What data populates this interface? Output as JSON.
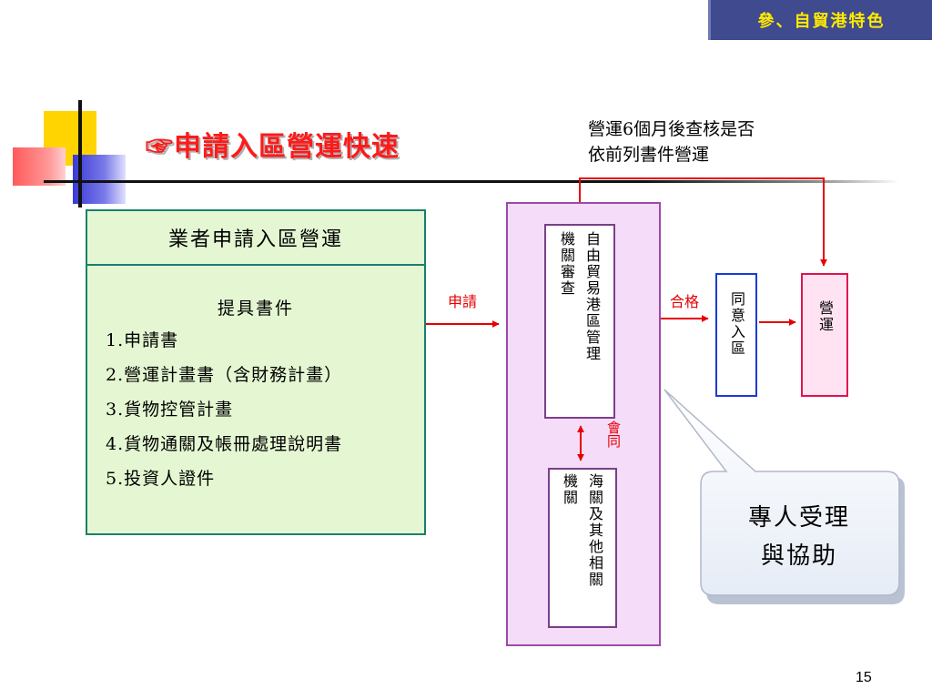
{
  "header": {
    "section_tag": "參、自貿港特色"
  },
  "title": {
    "text": "☞申請入區營運快速"
  },
  "applicant": {
    "header": "業者申請入區營運",
    "docs_heading": "提具書件",
    "docs": [
      "1.申請書",
      "2.營運計畫書（含財務計畫）",
      "3.貨物控管計畫",
      "4.貨物通關及帳冊處理說明書",
      "5.投資人證件"
    ]
  },
  "flow": {
    "apply_label": "申請",
    "pass_label": "合格",
    "joint_label": "會同",
    "ftz_authority": {
      "col1": "自由貿易港區管理",
      "col2": "機關審查"
    },
    "customs": {
      "col1": "海關及其他相關",
      "col2": "機關"
    },
    "approve": "同意入區",
    "operate": "營運"
  },
  "note": {
    "line1": "營運6個月後查核是否",
    "line2": "依前列書件營運"
  },
  "callout": {
    "line1": "專人受理",
    "line2": "與協助"
  },
  "footer": {
    "page_number": "15"
  },
  "colors": {
    "section_bg": "#3f4a8f",
    "section_text": "#ffea00",
    "title": "#ff1a1a",
    "applicant_bg": "#e4f7d2",
    "review_bg": "#f5dcf8",
    "arrow": "#e60000",
    "approve_border": "#1a3bd6",
    "operate_bg": "#ffe3f3"
  }
}
